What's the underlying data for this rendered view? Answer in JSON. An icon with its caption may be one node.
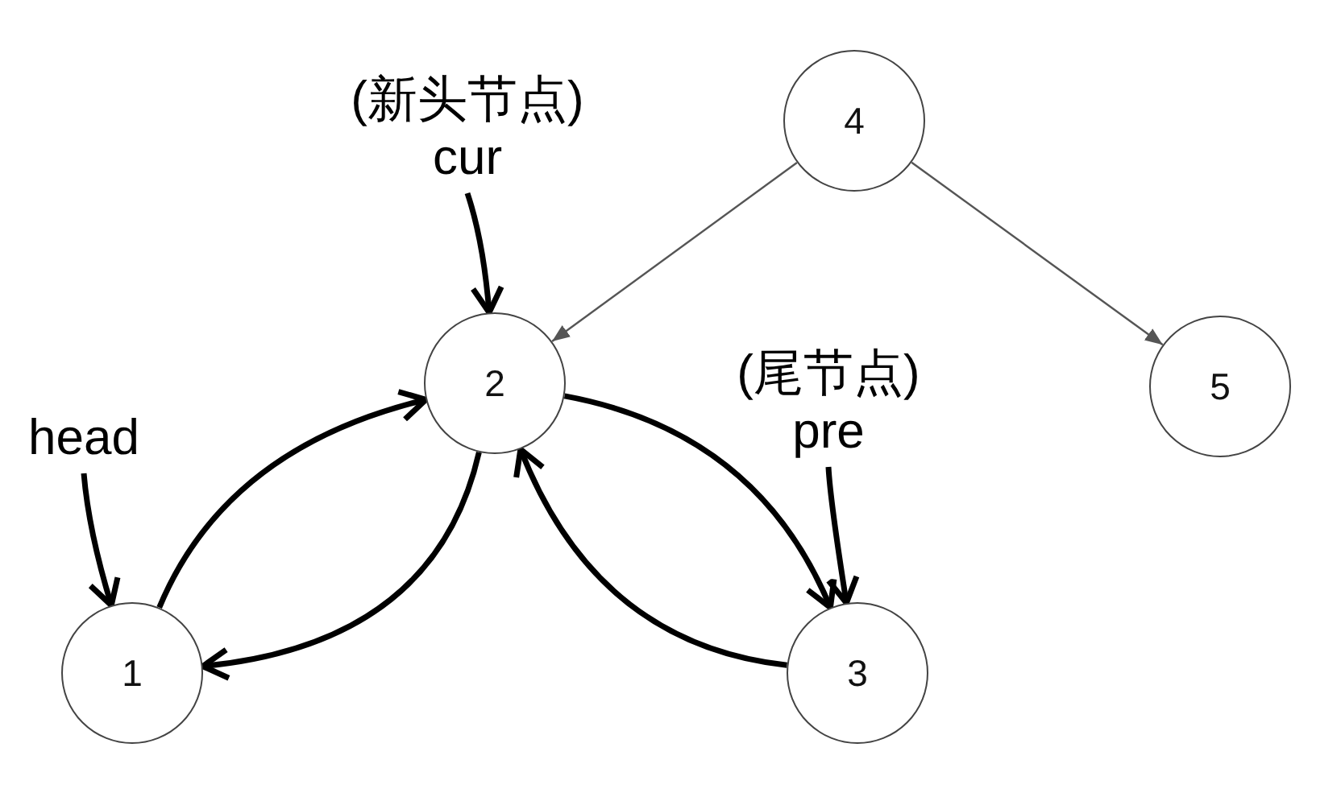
{
  "diagram": {
    "nodes": [
      {
        "text": [
          "4"
        ]
      },
      {
        "text": [
          "2"
        ]
      },
      {
        "text": [
          "5"
        ]
      },
      {
        "text": [
          "1"
        ]
      },
      {
        "text": [
          "3"
        ]
      },
      {
        "text": [
          "(新头节点)",
          "cur"
        ]
      },
      {
        "text": [
          "head"
        ]
      },
      {
        "text": [
          "(尾节点)",
          "pre"
        ]
      }
    ],
    "edges": [
      {
        "from": 0,
        "to": 1,
        "arrow": "to",
        "color": "#555555"
      },
      {
        "from": 0,
        "to": 2,
        "arrow": "to",
        "color": "#555555"
      },
      {
        "from": 3,
        "to": 1,
        "arrow": "to"
      },
      {
        "from": 1,
        "to": 3,
        "arrow": "to"
      },
      {
        "from": 1,
        "to": 4,
        "arrow": "to"
      },
      {
        "from": 4,
        "to": 1,
        "arrow": "to"
      },
      {
        "from": 5,
        "to": 1,
        "arrow": "to"
      },
      {
        "from": 6,
        "to": 3,
        "arrow": "to"
      },
      {
        "from": 7,
        "to": 4,
        "arrow": "to"
      }
    ]
  }
}
